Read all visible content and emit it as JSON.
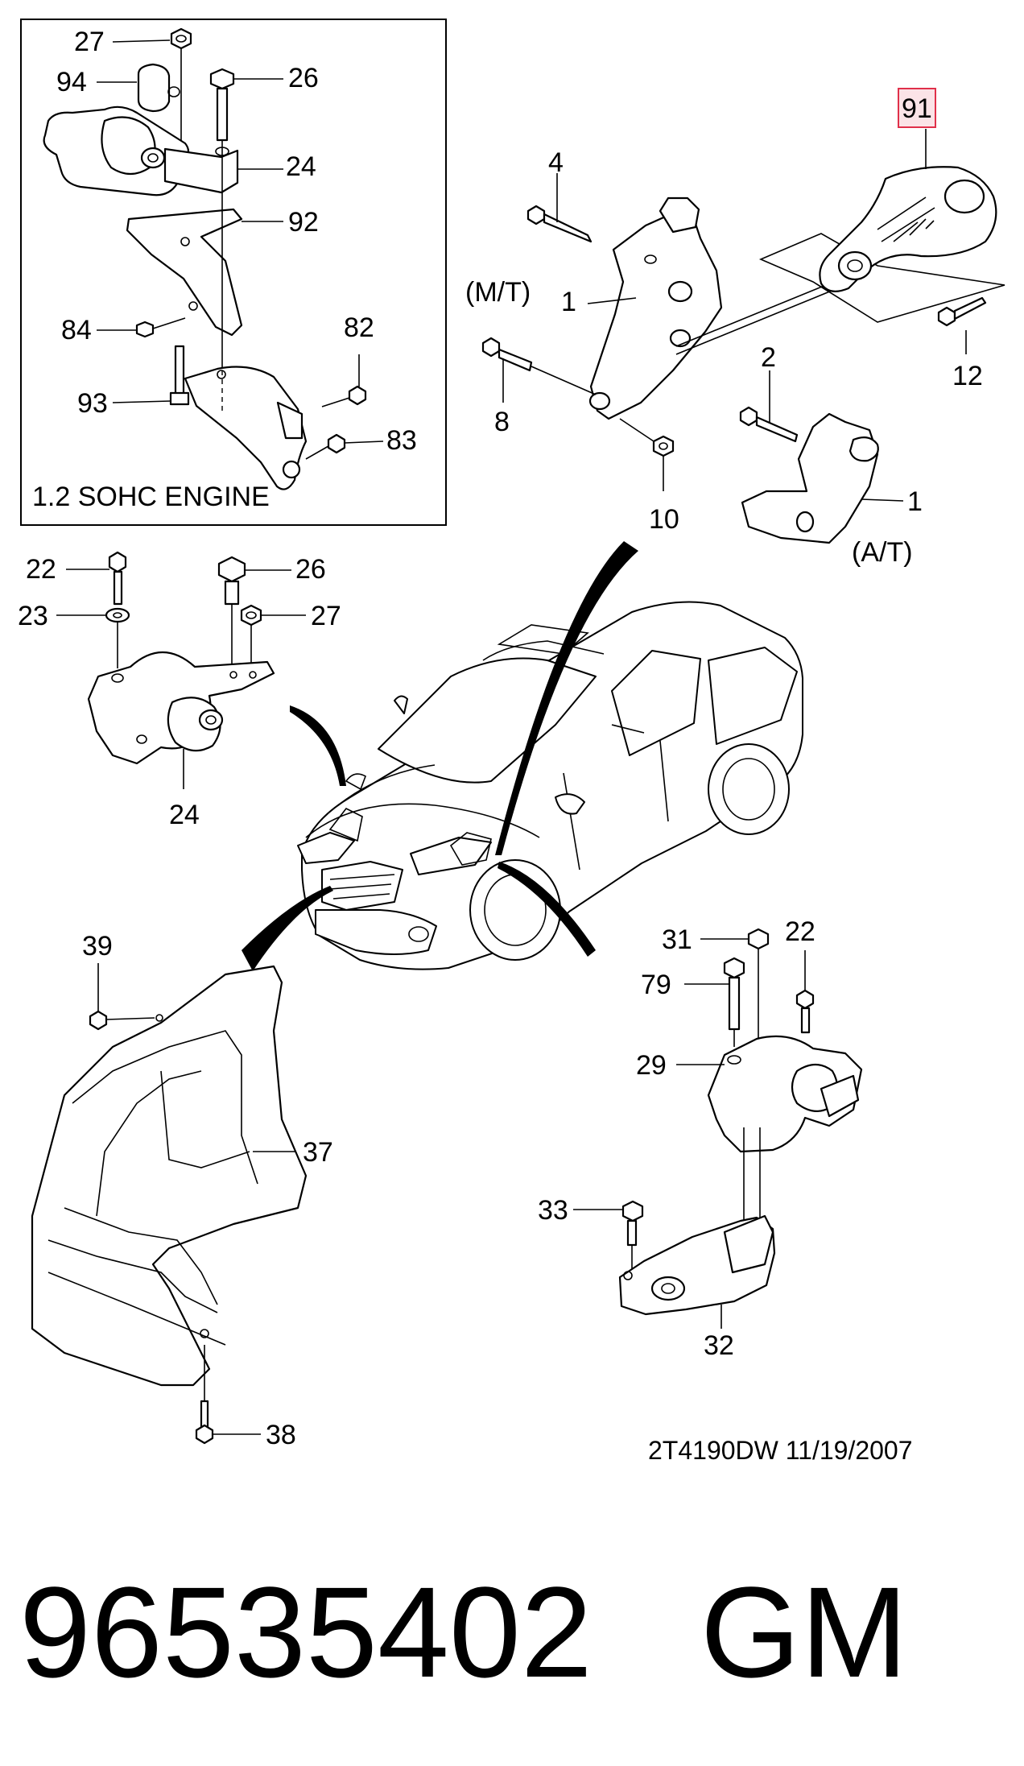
{
  "inset": {
    "caption": "1.2 SOHC ENGINE"
  },
  "callouts": {
    "c27a": "27",
    "c94": "94",
    "c26a": "26",
    "c24a": "24",
    "c92": "92",
    "c84": "84",
    "c82": "82",
    "c93": "93",
    "c83": "83",
    "c4": "4",
    "c91": "91",
    "mt": "(M/T)",
    "c1a": "1",
    "c8": "8",
    "c10": "10",
    "c12": "12",
    "c2": "2",
    "c1b": "1",
    "at": "(A/T)",
    "c22a": "22",
    "c26b": "26",
    "c23": "23",
    "c27b": "27",
    "c24b": "24",
    "c39": "39",
    "c37": "37",
    "c38": "38",
    "c31": "31",
    "c22b": "22",
    "c79": "79",
    "c29": "29",
    "c33": "33",
    "c32": "32"
  },
  "drawing_code": "2T4190DW  11/19/2007",
  "part_number": "96535402",
  "brand": "GM",
  "colors": {
    "highlight_border": "#e0304a",
    "highlight_fill": "#fbe3e7",
    "line": "#000000"
  }
}
